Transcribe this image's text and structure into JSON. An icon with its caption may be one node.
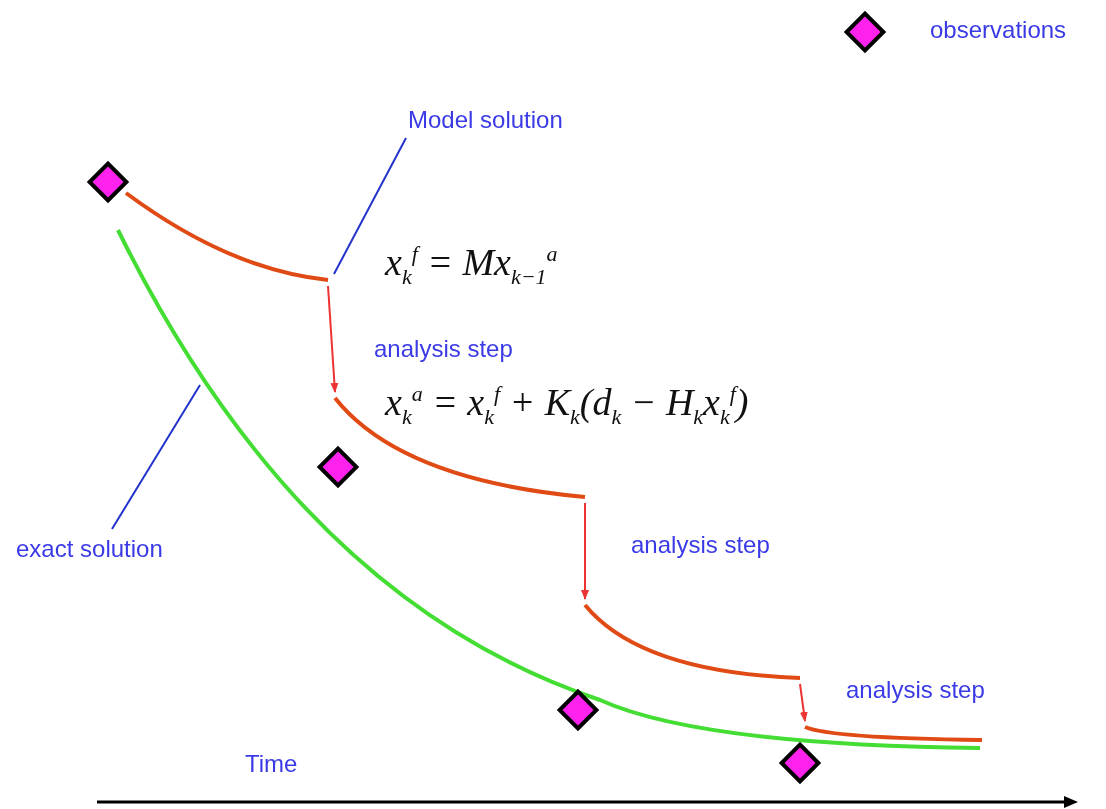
{
  "diagram": {
    "nodes": [
      {
        "text": [
          "Model solution"
        ]
      },
      {
        "text": [
          "exact solution"
        ]
      },
      {
        "text": [],
        "shape": "curve"
      },
      {
        "text": [],
        "shape": "curve"
      },
      {
        "text": [],
        "shape": "curve"
      },
      {
        "text": [],
        "shape": "curve"
      }
    ],
    "edges": [
      {
        "from": 0,
        "to": 2,
        "arrow": "none",
        "color": "#2233cc"
      },
      {
        "from": 1,
        "to": null,
        "arrow": "none",
        "color": "#2233cc"
      },
      {
        "from": 2,
        "to": 3,
        "arrow": "to",
        "label": "analysis step",
        "color": "#ee3333"
      },
      {
        "from": 3,
        "to": 4,
        "arrow": "to",
        "label": "analysis step",
        "color": "#ee3333"
      },
      {
        "from": 4,
        "to": 5,
        "arrow": "to",
        "label": "analysis step",
        "color": "#ee3333"
      }
    ],
    "labels": [
      "x$_{k}$$^{f}$ = Mx$_{k−1}$$^{a}$",
      "x$_{k}$$^{a}$ = x$_{k}$$^{f}$ + K$_{k}$(d$_{k}$ − H$_{k}$x$_{k}$$^{f}$)",
      "Time"
    ],
    "legend": [
      {
        "text": "observations"
      }
    ]
  }
}
